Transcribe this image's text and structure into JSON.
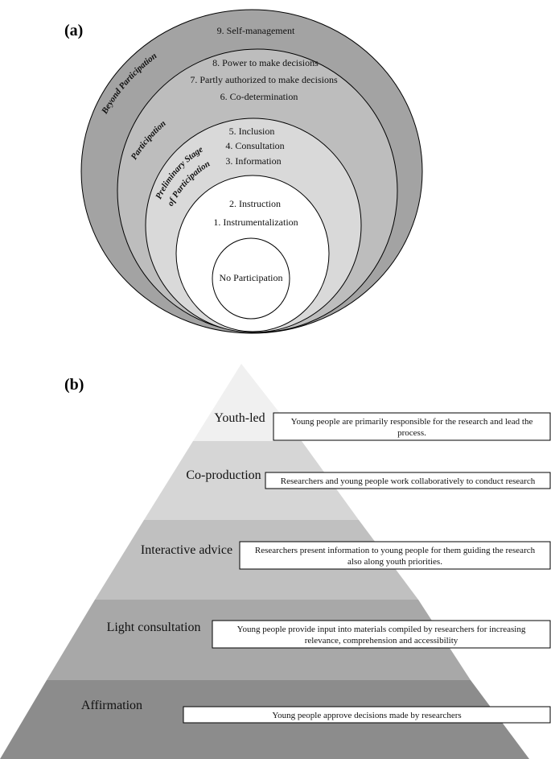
{
  "panel_a": {
    "label": "(a)",
    "levels": {
      "l9": "9. Self-management",
      "l8": "8. Power to make decisions",
      "l7": "7. Partly authorized to make decisions",
      "l6": "6. Co-determination",
      "l5": "5. Inclusion",
      "l4": "4. Consultation",
      "l3": "3. Information",
      "l2": "2. Instruction",
      "l1": "1. Instrumentalization",
      "l0": "No Participation"
    },
    "stages": {
      "beyond": "Beyond Participation",
      "participation": "Participation",
      "preliminary_1": "Preliminary Stage",
      "preliminary_2": "of Participation"
    },
    "colors": {
      "outer": "#a3a3a3",
      "participation": "#bdbdbd",
      "preliminary": "#d9d9d9",
      "inner": "#ffffff"
    }
  },
  "panel_b": {
    "label": "(b)",
    "tiers": [
      {
        "name": "Youth-led",
        "desc_1": "Young people are primarily responsible for the research and lead the",
        "desc_2": "process."
      },
      {
        "name": "Co-production",
        "desc_1": "Researchers and young people work collaboratively to conduct research",
        "desc_2": ""
      },
      {
        "name": "Interactive advice",
        "desc_1": "Researchers present information to young people for them guiding the research",
        "desc_2": "also along youth priorities."
      },
      {
        "name": "Light consultation",
        "desc_1": "Young people provide input into materials compiled by researchers for increasing",
        "desc_2": "relevance, comprehension and accessibility"
      },
      {
        "name": "Affirmation",
        "desc_1": "Young people approve decisions made by researchers",
        "desc_2": ""
      }
    ],
    "colors": [
      "#f0f0f0",
      "#d6d6d6",
      "#c0c0c0",
      "#a8a8a8",
      "#8c8c8c"
    ]
  }
}
